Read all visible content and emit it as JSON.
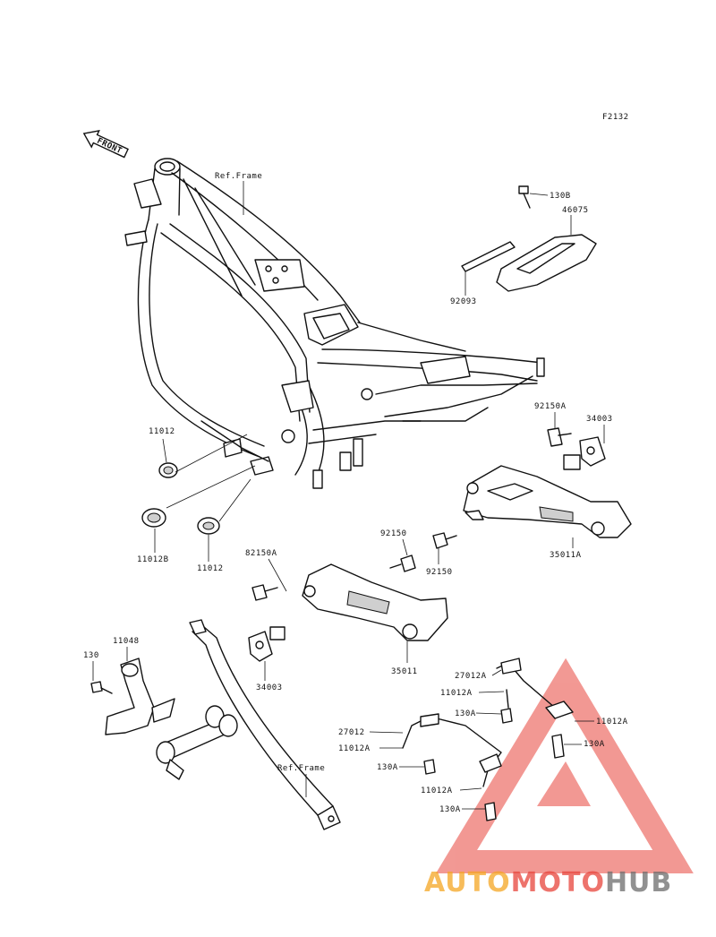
{
  "figure_code": "F2132",
  "front_arrow_label": "FRONT",
  "callouts": {
    "ref_frame_top": "Ref.Frame",
    "ref_frame_bottom": "Ref.Frame",
    "p130b": "130B",
    "p46075": "46075",
    "p92093": "92093",
    "p92150a": "92150A",
    "p34003_right": "34003",
    "p35011a": "35011A",
    "p11012_upper": "11012",
    "p11012b": "11012B",
    "p11012_lower": "11012",
    "p92150_top": "92150",
    "p92150_bottom": "92150",
    "p82150a": "82150A",
    "p34003_left": "34003",
    "p35011": "35011",
    "p11048": "11048",
    "p130": "130",
    "p27012a": "27012A",
    "p11012a_1": "11012A",
    "p130a_1": "130A",
    "p11012a_2": "11012A",
    "p130a_2": "130A",
    "p27012": "27012",
    "p11012a_3": "11012A",
    "p130a_3": "130A",
    "p11012a_4": "11012A",
    "p130a_4": "130A"
  },
  "watermark": {
    "part1": "AUTO",
    "part2": "MOTO",
    "part3": "HUB",
    "color_orange": "#f5a623",
    "color_red": "#e8453c",
    "color_grey": "#6d6d6d"
  }
}
